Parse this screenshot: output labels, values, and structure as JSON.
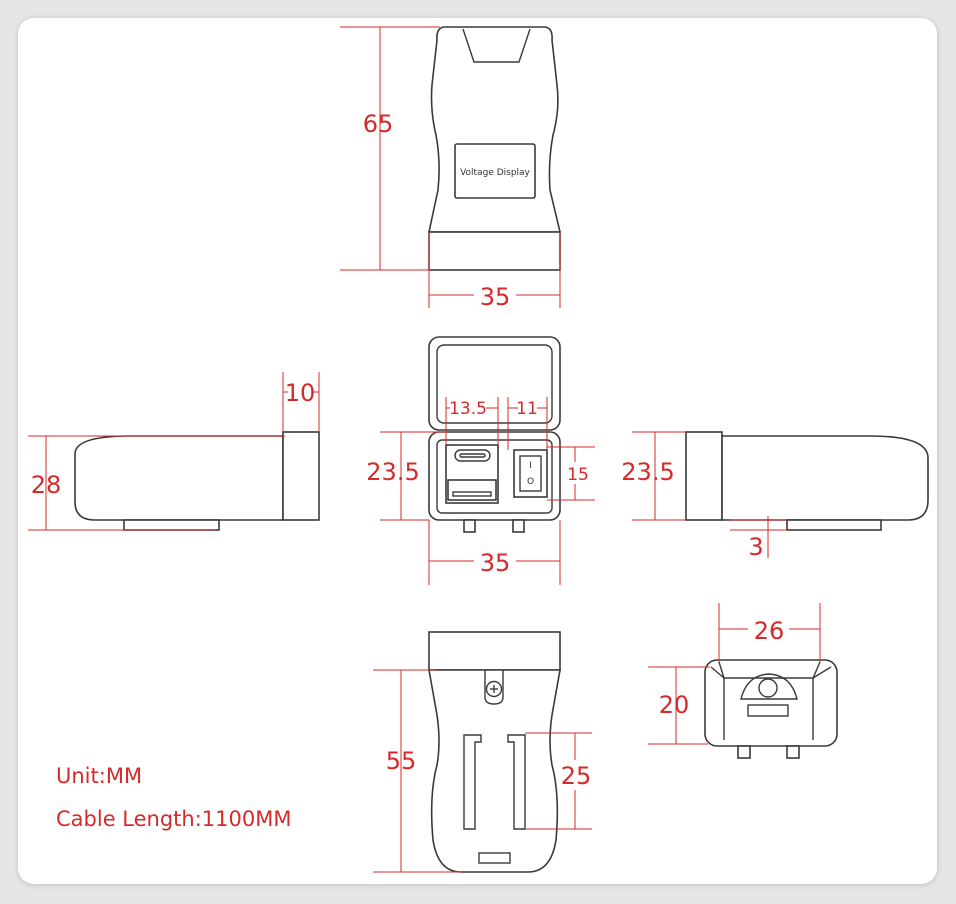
{
  "labels": {
    "voltage_display": "Voltage Display",
    "switch_on": "I",
    "switch_off": "O"
  },
  "dimensions": {
    "top_height": "65",
    "top_width": "35",
    "left_height": "28",
    "left_cap": "10",
    "front_left_height": "23.5",
    "front_usbc_width": "13.5",
    "front_switch_width": "11",
    "front_switch_height": "15",
    "front_width": "35",
    "right_height": "23.5",
    "right_foot": "3",
    "bottom_height": "55",
    "bottom_slot": "25",
    "end_width": "26",
    "end_height": "20"
  },
  "notes": {
    "unit": "Unit:MM",
    "cable": "Cable Length:1100MM"
  },
  "colors": {
    "dimension": "#d62a2a",
    "outline": "#3a3a3a",
    "background": "#e6e6e6",
    "card": "#ffffff"
  }
}
